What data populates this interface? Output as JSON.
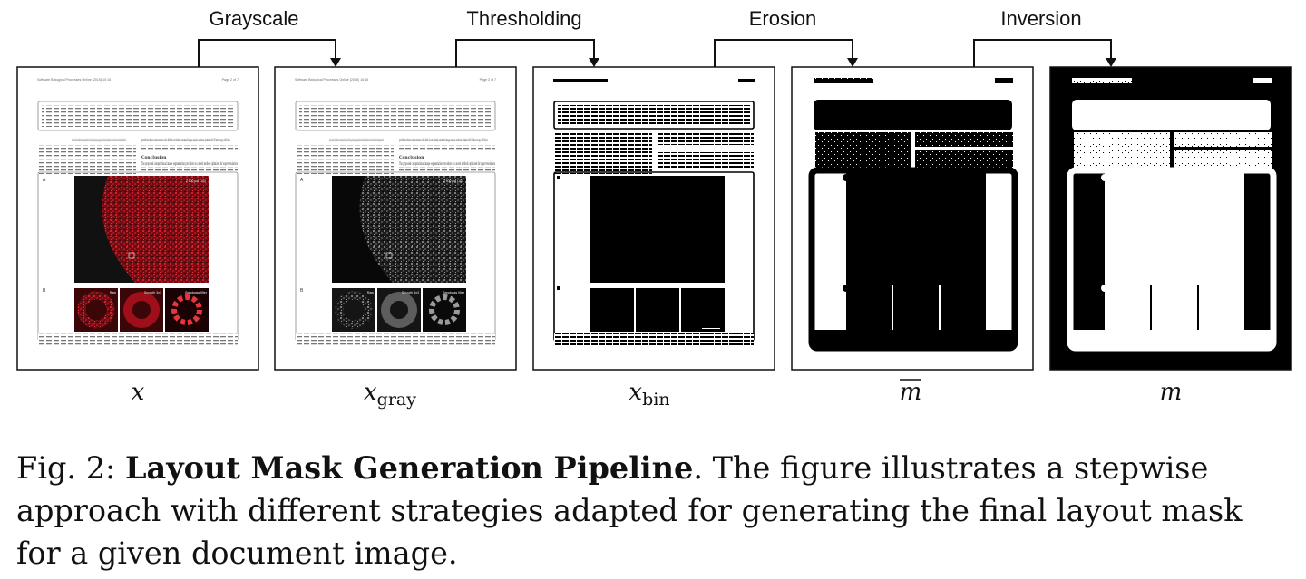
{
  "steps": [
    "Grayscale",
    "Thresholding",
    "Erosion",
    "Inversion"
  ],
  "images": [
    {
      "id": "x",
      "symbol": "x",
      "subscript": "",
      "overline": false,
      "style": "color"
    },
    {
      "id": "x_gray",
      "symbol": "x",
      "subscript": "gray",
      "overline": false,
      "style": "gray"
    },
    {
      "id": "x_bin",
      "symbol": "x",
      "subscript": "bin",
      "overline": false,
      "style": "binary"
    },
    {
      "id": "m_bar",
      "symbol": "m",
      "subscript": "",
      "overline": true,
      "style": "eroded"
    },
    {
      "id": "m",
      "symbol": "m",
      "subscript": "",
      "overline": false,
      "style": "inverted"
    }
  ],
  "page_text": {
    "header_left": "Software Biological Processes Online (2015) 10:15",
    "header_right": "Page 2 of 7",
    "panel_a": "A",
    "panel_b": "B",
    "scale_label": "2 500 μm (1/1)",
    "sub_labels": [
      "Raw",
      "Smooth 3x3",
      "Bandpass filter"
    ],
    "col_left": "In this paper, we mainly report the novelty and crossability of the procedure and to make pipelines available for public to use, modify and develop. We also suggest that image pre-processing e.g., applying bandpass filters, and critical inspection of SR images quality should always be carefully considered, clearly stated how it was carried out before publishing any quantification results. We",
    "col_right": "predict that future advancements in the field of user-friendly automated image analysis solutions optimized for SR microscopy will follow.",
    "conclusion_heading": "Conclusion",
    "conclusion_text": "The proposed computational image segmentation procedure is a novel method optimized for super-resolution"
  },
  "caption": {
    "prefix": "Fig. 2: ",
    "bold": "Layout Mask Generation Pipeline",
    "rest": ". The figure illustrates a stepwise approach with different strategies adapted for generating the final layout mask for a given document image."
  },
  "colors": {
    "red": "#b0121c",
    "gray": "#4a4a4a",
    "black": "#000000",
    "white": "#ffffff"
  }
}
